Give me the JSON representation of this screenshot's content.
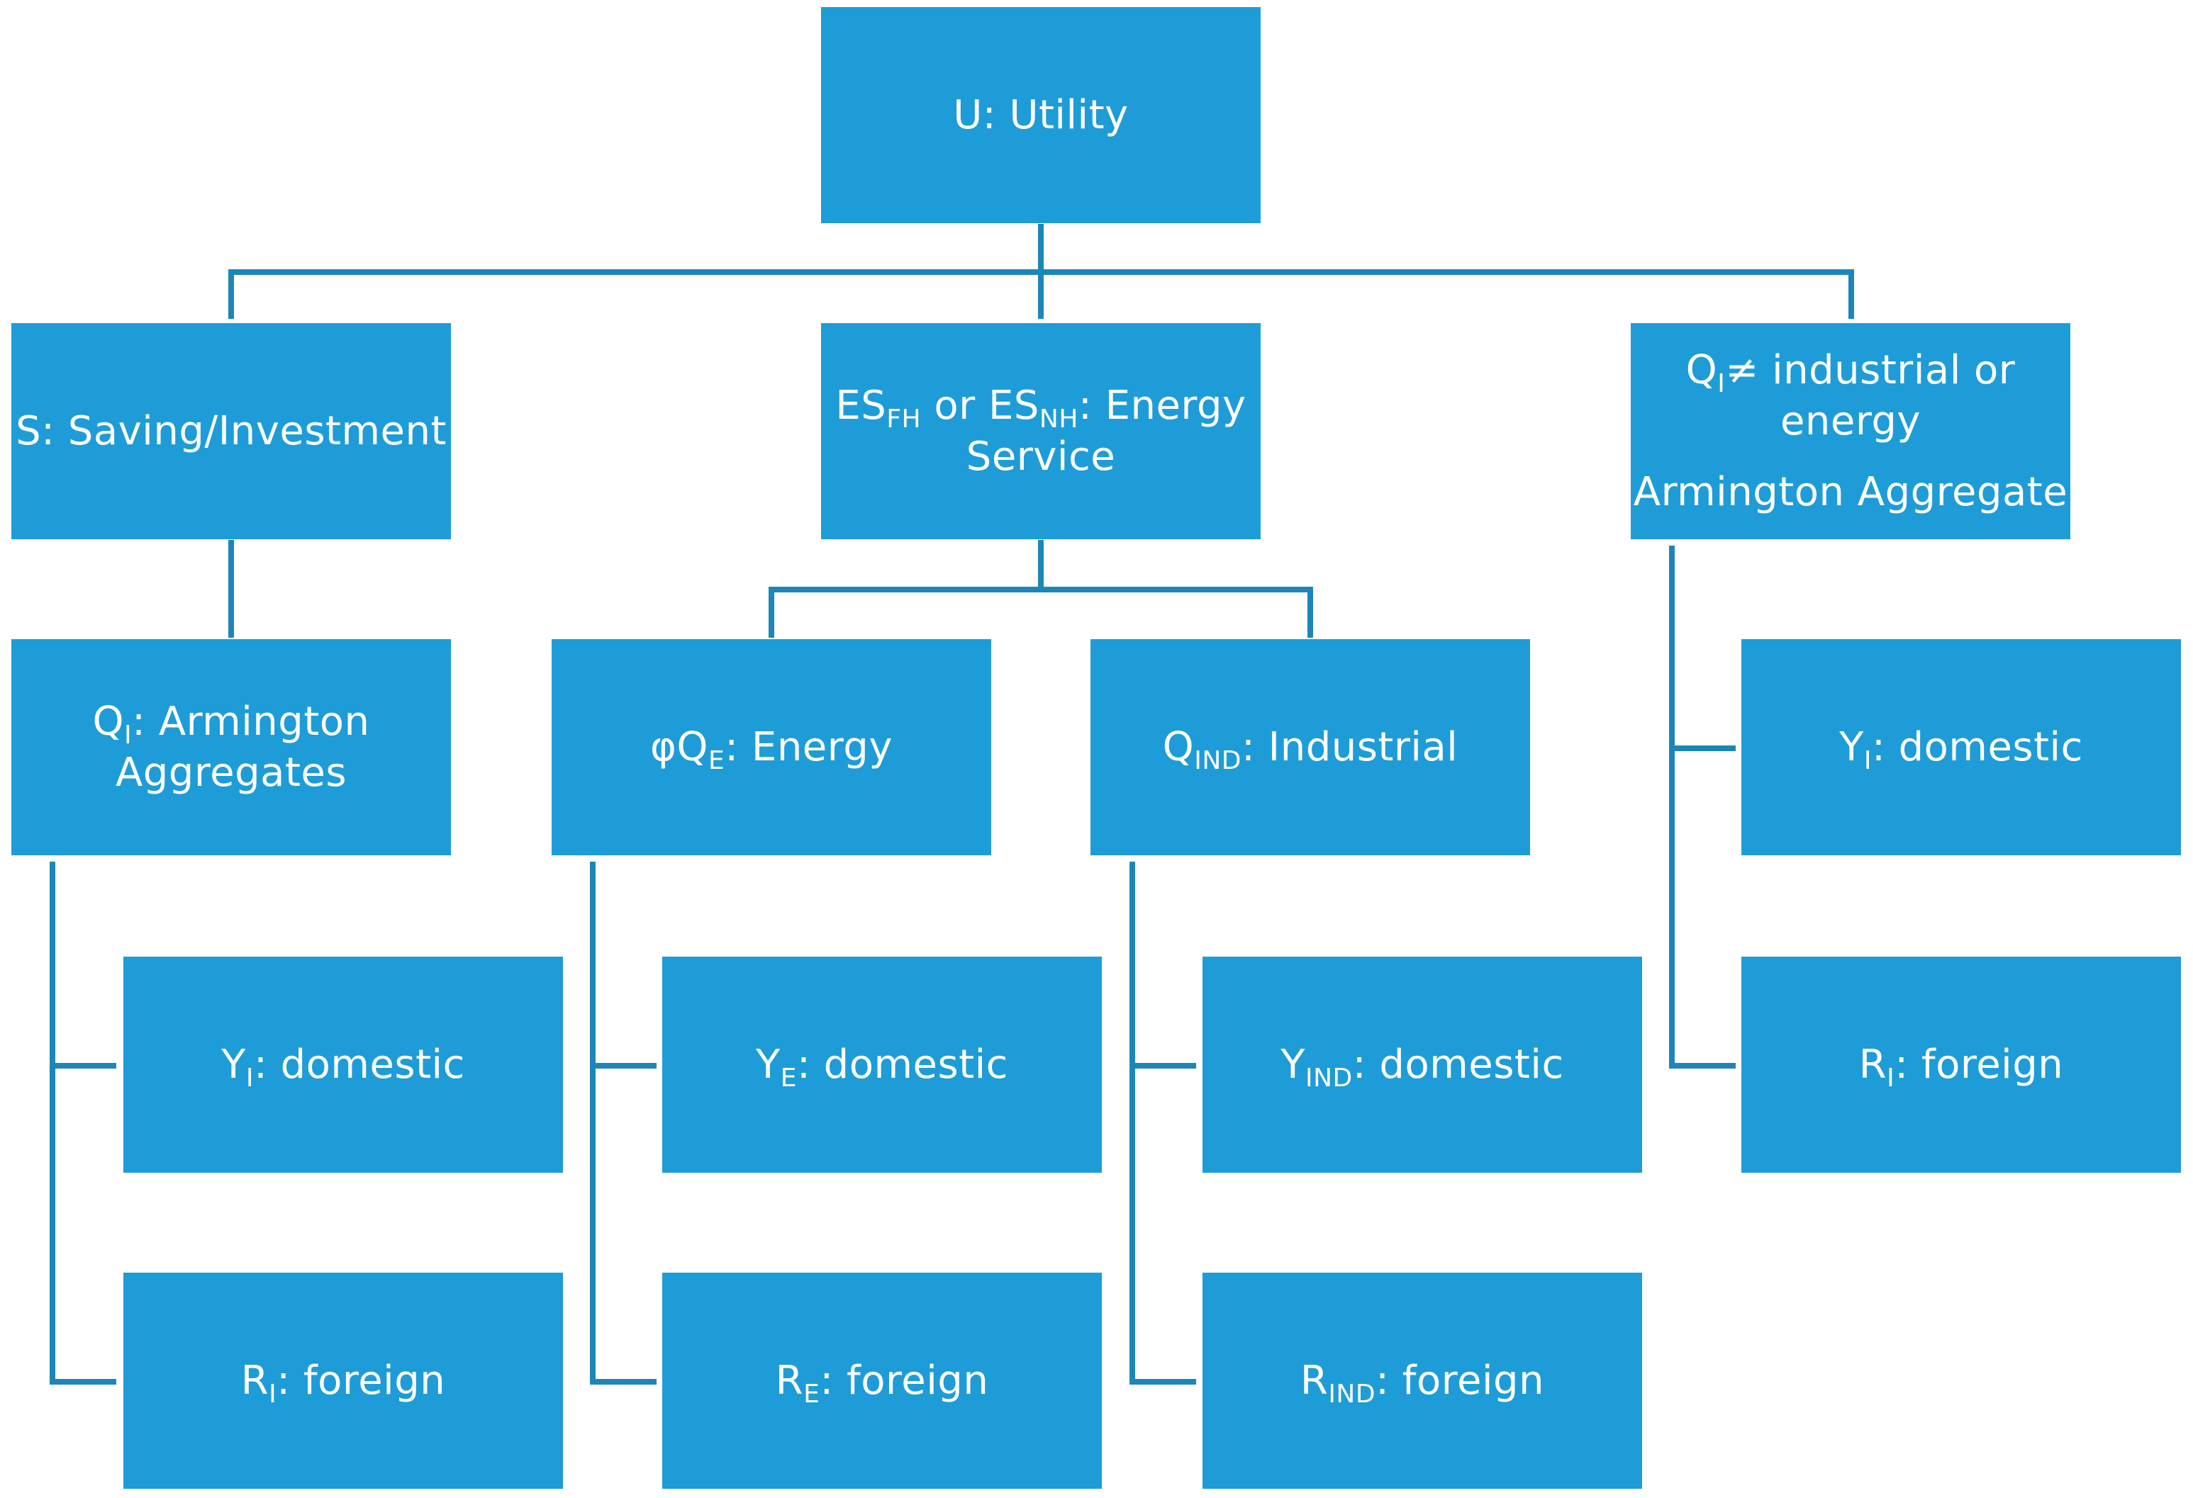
{
  "colors": {
    "box_fill": "#1e9cd8",
    "connector": "#1d86b8",
    "text": "#ffffff"
  },
  "nodes": {
    "utility": {
      "main": "U: Utility"
    },
    "saving": {
      "main": "S: Saving/Investment"
    },
    "energy_service": {
      "p1": "ES",
      "s1": "FH",
      "p2": " or ES",
      "s2": "NH",
      "p3": ": Energy",
      "line2": "Service"
    },
    "other_goods": {
      "p1": "Q",
      "s1": "I",
      "p2": "≠ industrial or",
      "line2": "energy",
      "line3": "(Armington Aggregate)"
    },
    "armington": {
      "p1": "Q",
      "s1": "I",
      "p2": ": Armington",
      "line2": "Aggregates"
    },
    "energy": {
      "p1": "φQ",
      "s1": "E",
      "p2": ": Energy"
    },
    "industrial": {
      "p1": "Q",
      "s1": "IND",
      "p2": ": Industrial"
    },
    "y_i_left": {
      "p1": "Y",
      "s1": "I",
      "p2": ": domestic"
    },
    "r_i_left": {
      "p1": "R",
      "s1": "I",
      "p2": ": foreign"
    },
    "y_e": {
      "p1": "Y",
      "s1": "E",
      "p2": ": domestic"
    },
    "r_e": {
      "p1": "R",
      "s1": "E",
      "p2": ": foreign"
    },
    "y_ind": {
      "p1": "Y",
      "s1": "IND",
      "p2": ": domestic"
    },
    "r_ind": {
      "p1": "R",
      "s1": "IND",
      "p2": ": foreign"
    },
    "y_i_right": {
      "p1": "Y",
      "s1": "I",
      "p2": ": domestic"
    },
    "r_i_right": {
      "p1": "R",
      "s1": "I",
      "p2": ": foreign"
    }
  }
}
